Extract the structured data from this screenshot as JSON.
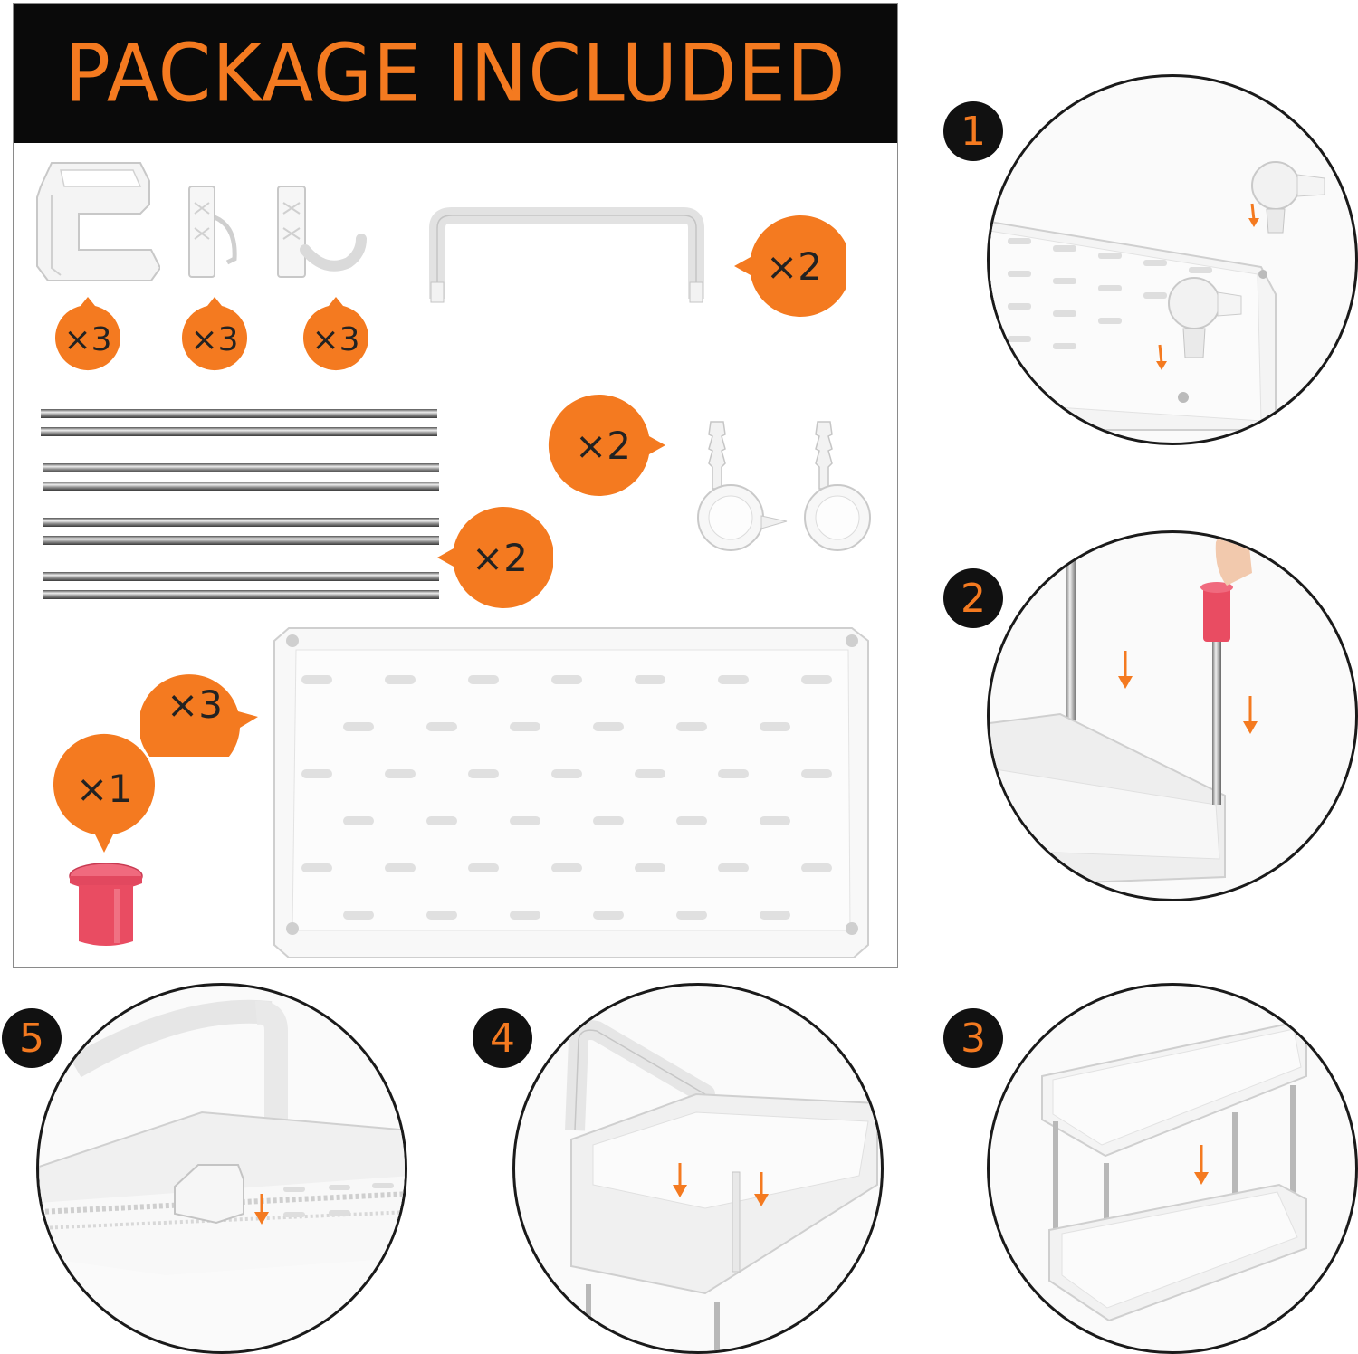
{
  "banner": {
    "title": "PACKAGE INCLUDED"
  },
  "colors": {
    "accent": "#f47a20",
    "banner_bg": "#0a0a0a",
    "cap": "#e94c62",
    "outline": "#1a1a1a"
  },
  "quantities": {
    "clip": "×3",
    "side_hook": "×3",
    "j_hook": "×3",
    "handle": "×2",
    "rods": "×2",
    "wheels": "×2",
    "shelf": "×3",
    "cap": "×1"
  },
  "steps": [
    {
      "label": "1",
      "icon": "screw-foot-install"
    },
    {
      "label": "2",
      "icon": "rod-insert"
    },
    {
      "label": "3",
      "icon": "stack-shelf"
    },
    {
      "label": "4",
      "icon": "handle-hook"
    },
    {
      "label": "5",
      "icon": "clip-attach"
    }
  ]
}
